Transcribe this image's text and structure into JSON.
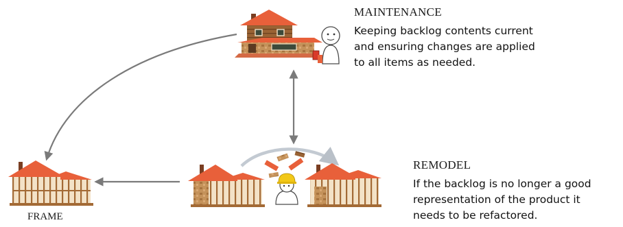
{
  "maintenance": {
    "title": "MAINTENANCE",
    "lines": [
      "Keeping backlog contents current",
      "and ensuring changes are applied",
      "to all items as needed."
    ]
  },
  "remodel": {
    "title": "REMODEL",
    "lines": [
      "If the backlog is no longer a good",
      "representation of the product it",
      "needs to be refactored."
    ]
  },
  "frame": {
    "label": "FRAME"
  },
  "colors": {
    "roof": "#e8603a",
    "stone": "#b8874f",
    "timber": "#8a5a2b",
    "arrow": "#7a7a7a",
    "hardhat": "#f2c818"
  }
}
